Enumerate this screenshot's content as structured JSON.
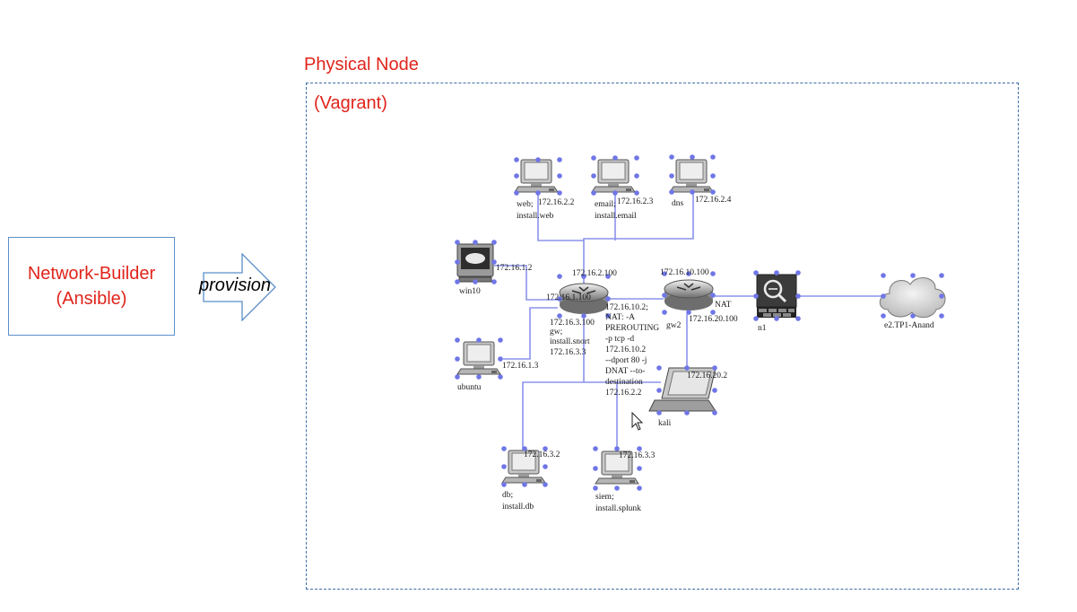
{
  "left": {
    "builder_line1": "Network-Builder",
    "builder_line2": "(Ansible)",
    "arrow_label": "provision"
  },
  "frame": {
    "title": "Physical Node",
    "subtitle": "(Vagrant)"
  },
  "nodes": {
    "web": {
      "name": "web;",
      "cmd": "install.web",
      "ip": "172.16.2.2"
    },
    "email": {
      "name": "email;",
      "cmd": "install.email",
      "ip": "172.16.2.3"
    },
    "dns": {
      "name": "dns",
      "ip": "172.16.2.4"
    },
    "win10": {
      "name": "win10",
      "ip": "172.16.1.2"
    },
    "ubuntu": {
      "name": "ubuntu",
      "ip": "172.16.1.3"
    },
    "gw": {
      "ip_top": "172.16.2.100",
      "ip_left": "172.16.1.100",
      "ip_below": "172.16.3.100",
      "name": "gw;",
      "cmd": "install.snort",
      "ip_extra": "172.16.3.3"
    },
    "gw2": {
      "name": "gw2",
      "ip_top": "172.16.10.100",
      "ip_right": "172.16.20.100",
      "nat": "NAT"
    },
    "nat_rule": [
      "172.16.10.2;",
      "NAT: -A",
      "PREROUTING",
      "-p tcp -d",
      "172.16.10.2",
      "--dport 80 -j",
      "DNAT --to-",
      "destination",
      "172.16.2.2"
    ],
    "n1": {
      "name": "n1"
    },
    "cloud": {
      "name": "e2.TP1-Anand"
    },
    "kali": {
      "name": "kali",
      "ip": "172.16.20.2"
    },
    "db": {
      "name": "db;",
      "cmd": "install.db",
      "ip": "172.16.3.2"
    },
    "siem": {
      "name": "siem;",
      "cmd": "install.splunk",
      "ip": "172.16.3.3"
    }
  }
}
